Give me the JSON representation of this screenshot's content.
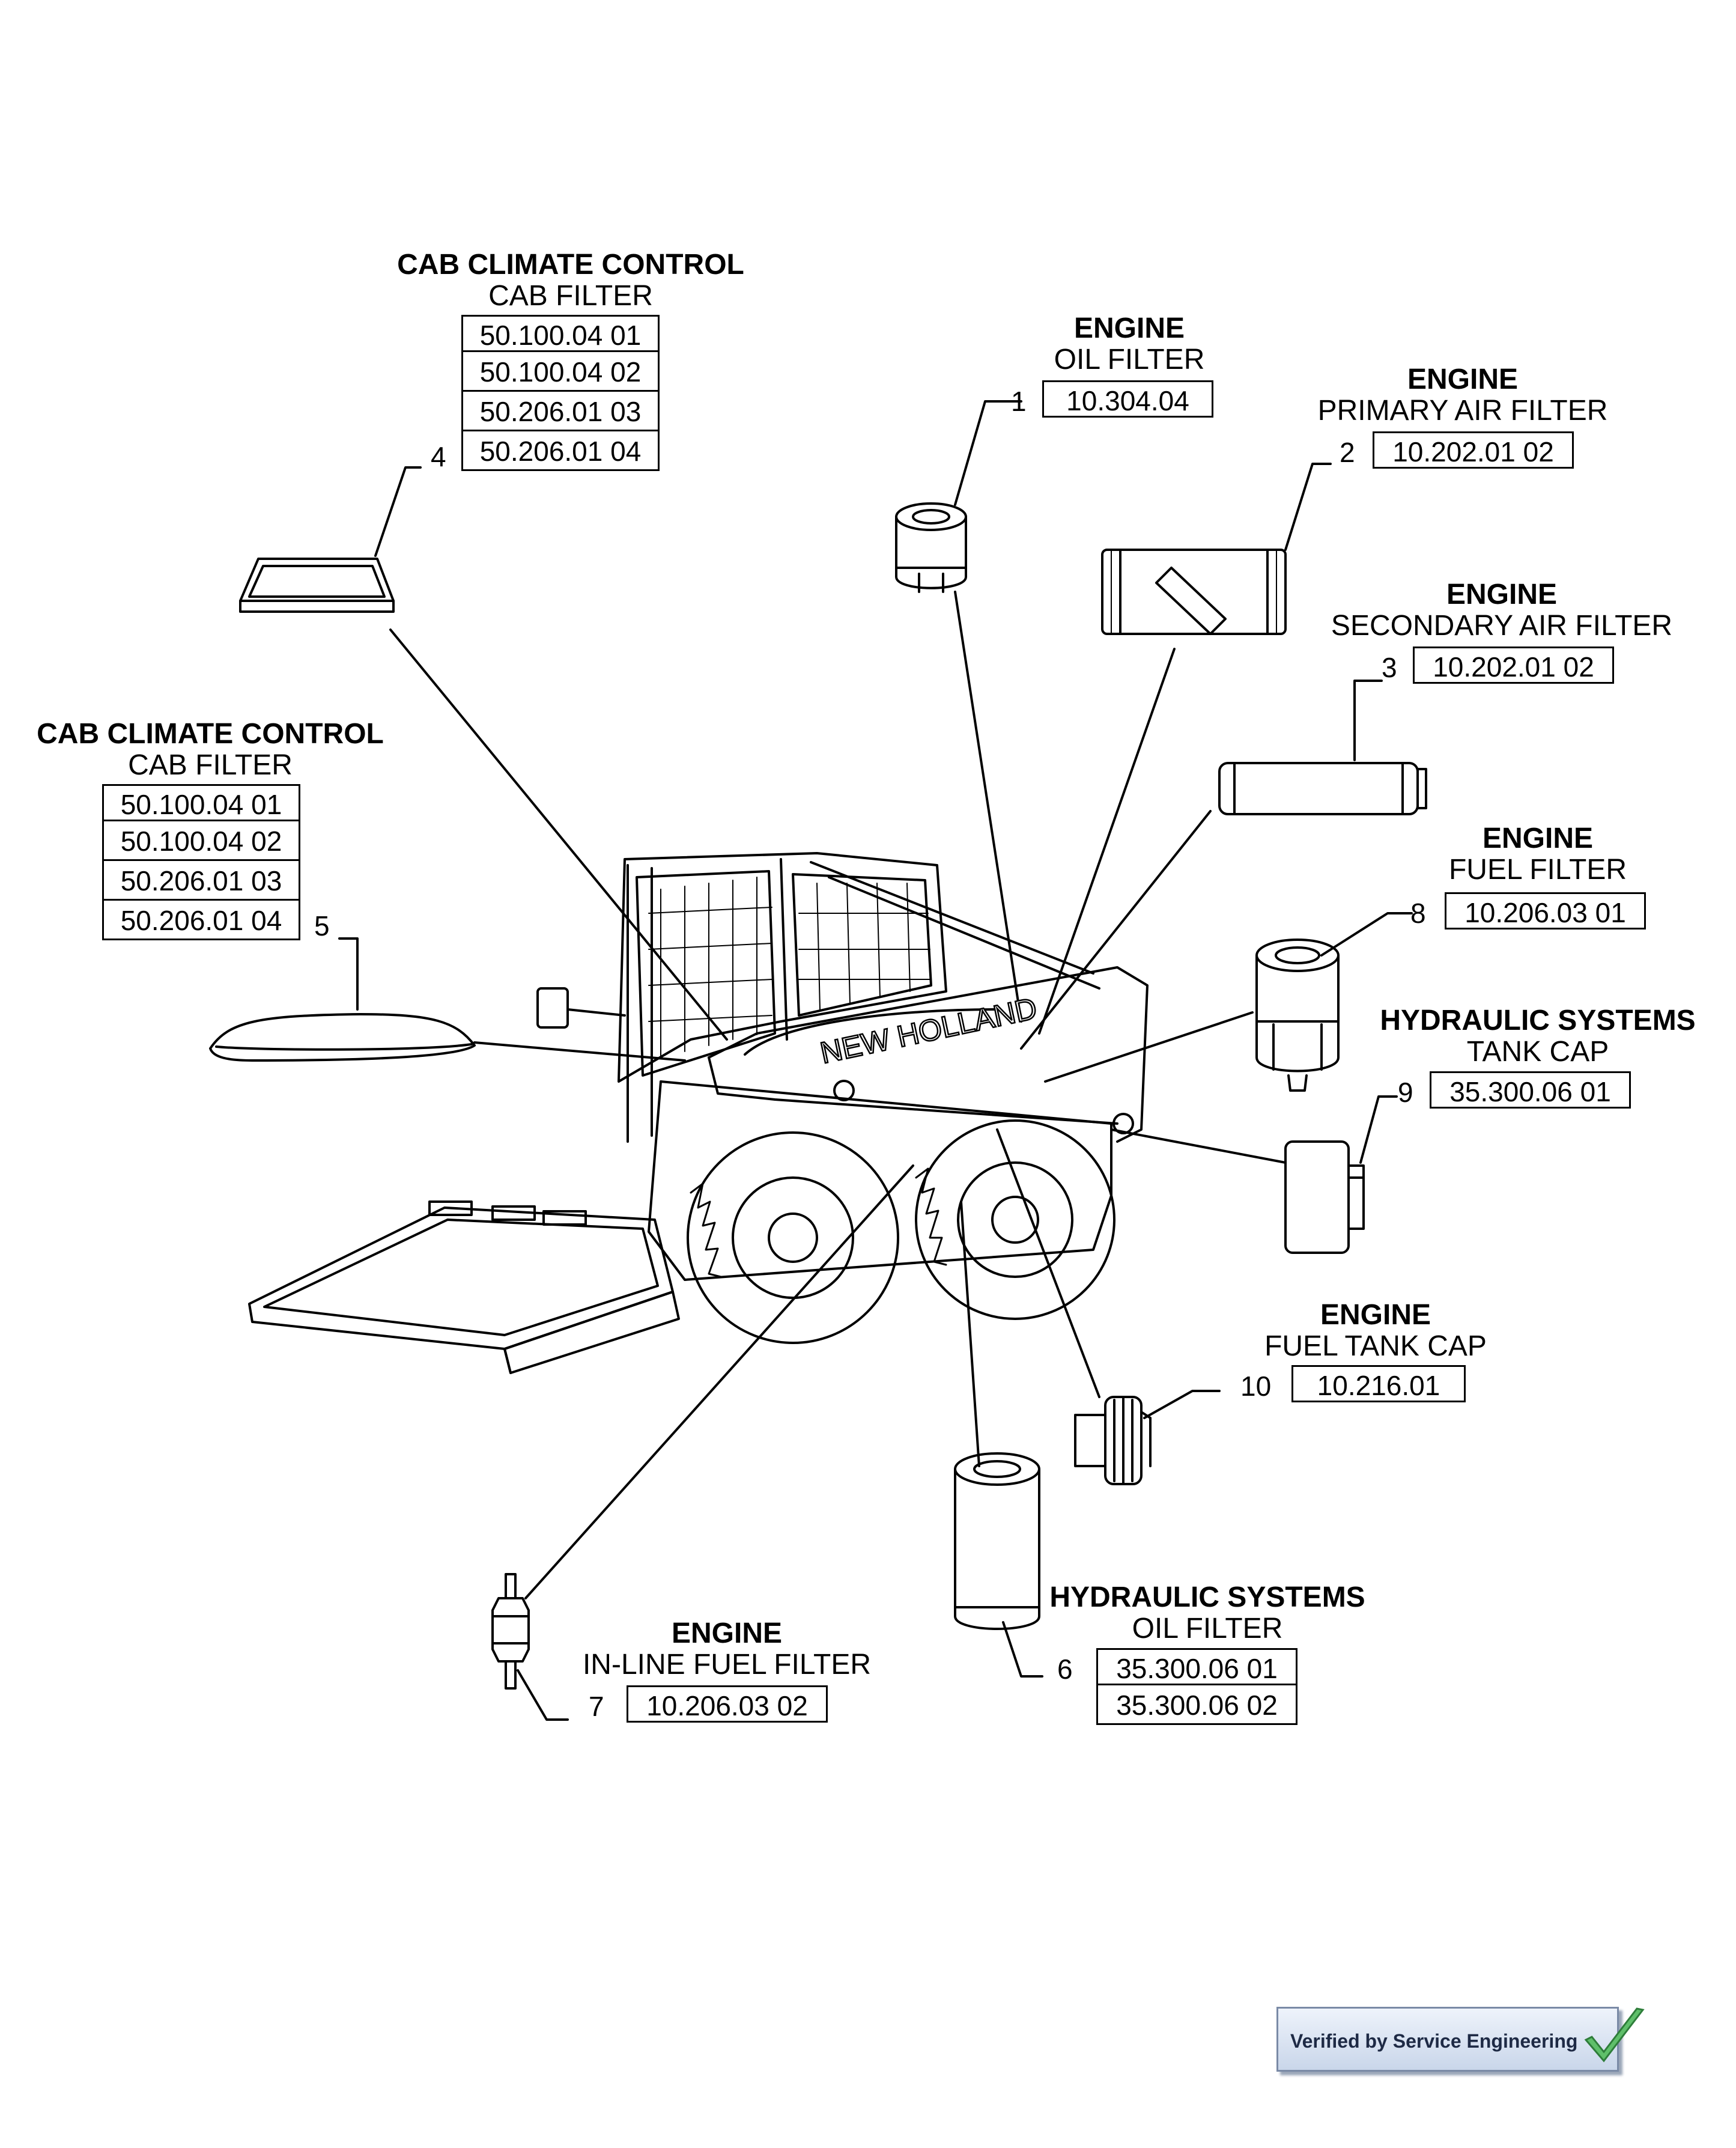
{
  "callouts": [
    {
      "item": "1",
      "category": "ENGINE",
      "name": "OIL FILTER",
      "parts": [
        "10.304.04"
      ]
    },
    {
      "item": "2",
      "category": "ENGINE",
      "name": "PRIMARY AIR FILTER",
      "parts": [
        "10.202.01 02"
      ]
    },
    {
      "item": "3",
      "category": "ENGINE",
      "name": "SECONDARY AIR FILTER",
      "parts": [
        "10.202.01 02"
      ]
    },
    {
      "item": "4",
      "category": "CAB CLIMATE CONTROL",
      "name": "CAB FILTER",
      "parts": [
        "50.100.04 01",
        "50.100.04 02",
        "50.206.01 03",
        "50.206.01 04"
      ]
    },
    {
      "item": "5",
      "category": "CAB CLIMATE CONTROL",
      "name": "CAB FILTER",
      "parts": [
        "50.100.04 01",
        "50.100.04 02",
        "50.206.01 03",
        "50.206.01 04"
      ]
    },
    {
      "item": "6",
      "category": "HYDRAULIC SYSTEMS",
      "name": "OIL FILTER",
      "parts": [
        "35.300.06 01",
        "35.300.06 02"
      ]
    },
    {
      "item": "7",
      "category": "ENGINE",
      "name": "IN-LINE FUEL FILTER",
      "parts": [
        "10.206.03 02"
      ]
    },
    {
      "item": "8",
      "category": "ENGINE",
      "name": "FUEL FILTER",
      "parts": [
        "10.206.03 01"
      ]
    },
    {
      "item": "9",
      "category": "HYDRAULIC SYSTEMS",
      "name": "TANK CAP",
      "parts": [
        "35.300.06 01"
      ]
    },
    {
      "item": "10",
      "category": "ENGINE",
      "name": "FUEL TANK CAP",
      "parts": [
        "10.216.01"
      ]
    }
  ],
  "machine_logo": "NEW HOLLAND",
  "verified_badge": "Verified by Service Engineering",
  "icons": {
    "verified": "checkmark-icon"
  }
}
